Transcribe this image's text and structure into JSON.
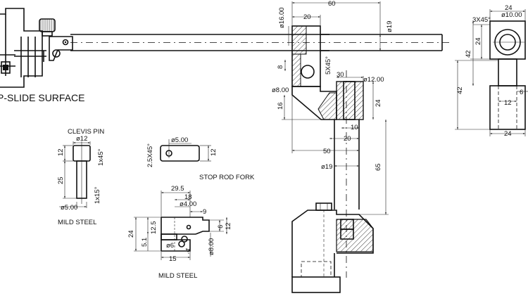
{
  "labels": {
    "slide_surface": "P-SLIDE SURFACE",
    "clevis_pin": "CLEVIS PIN",
    "clevis_pin_material": "MILD STEEL",
    "stop_rod_fork": "STOP ROD FORK",
    "fork_material": "MILD STEEL"
  },
  "clevis_dims": {
    "d12": "ø12",
    "h12": "12",
    "chamfer1": "1x45°",
    "h25": "25",
    "chamfer2": "1x15°",
    "d5": "ø5.00"
  },
  "fork_top_dims": {
    "d5": "ø5.00",
    "chamfer": "2.5X45°",
    "h12": "12"
  },
  "fork_dims": {
    "w29": "29.5",
    "w18": "18",
    "d4": "ø4.00",
    "w9": "9",
    "h12_5": "12.5",
    "h24": "24",
    "h5_1": "5.1",
    "d6": "ø6",
    "w15": "15",
    "r4": ".4",
    "d8": "ø8.00",
    "h6": "6",
    "h12": "12"
  },
  "main_dims": {
    "w60": "60",
    "w20": "20",
    "d16": "ø16.00",
    "d19": "ø19",
    "chamfer": "5X45°",
    "h8": "8",
    "w30": "30",
    "d12": "ø12.00",
    "d8": "ø8.00",
    "h16": "16",
    "h24": "24",
    "w10": "10",
    "w20b": "20",
    "w50": "50",
    "d19b": "ø19",
    "h65": "65"
  },
  "side_dims": {
    "w24": "24",
    "d10": "ø10.00",
    "chamfer": "3X45°",
    "h24": "24",
    "h42a": "42",
    "h42b": "42",
    "h6": "6",
    "w12": "12",
    "w24b": "24"
  }
}
